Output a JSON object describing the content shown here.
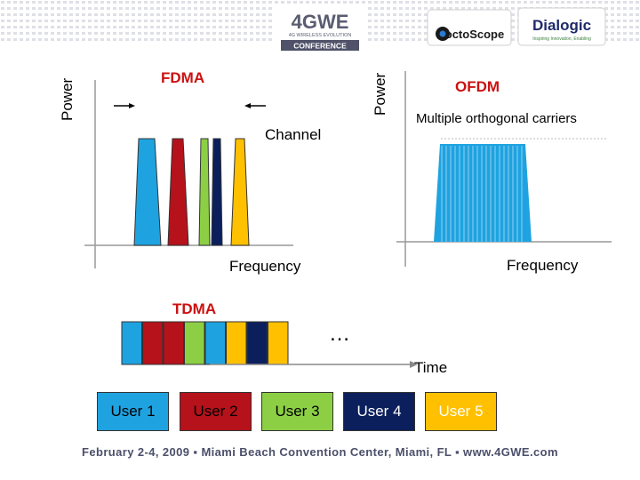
{
  "header": {
    "logo_4gwe": "4GWE",
    "logo_4gwe_sub": "4G WIRELESS EVOLUTION",
    "logo_conference": "CONFERENCE",
    "logo_octoscope": "octoScope",
    "logo_dialogic": "Dialogic",
    "logo_dialogic_tagline": "Inspiring Innovation, Enabling"
  },
  "fdma": {
    "title": "FDMA",
    "ylabel": "Power",
    "xlabel": "Frequency",
    "channel_label": "Channel"
  },
  "ofdm": {
    "title": "OFDM",
    "ylabel": "Power",
    "xlabel": "Frequency",
    "subtitle": "Multiple orthogonal carriers"
  },
  "tdma": {
    "title": "TDMA",
    "time_label": "Time",
    "ellipsis": "…",
    "slots": [
      "#1fa3e0",
      "#b5121b",
      "#b5121b",
      "#8ccf45",
      "#1fa3e0",
      "#ffc000",
      "#0b1f5c",
      "#ffc000"
    ]
  },
  "legend": [
    {
      "label": "User 1",
      "color": "#1fa3e0",
      "text_color": "#000000"
    },
    {
      "label": "User 2",
      "color": "#b5121b",
      "text_color": "#000000"
    },
    {
      "label": "User 3",
      "color": "#8ccf45",
      "text_color": "#000000"
    },
    {
      "label": "User 4",
      "color": "#0b1f5c",
      "text_color": "#ffffff"
    },
    {
      "label": "User 5",
      "color": "#ffc000",
      "text_color": "#ffffff"
    }
  ],
  "footer": {
    "text": "February 2-4, 2009  ▪  Miami Beach Convention Center, Miami, FL  ▪  www.4GWE.com"
  }
}
